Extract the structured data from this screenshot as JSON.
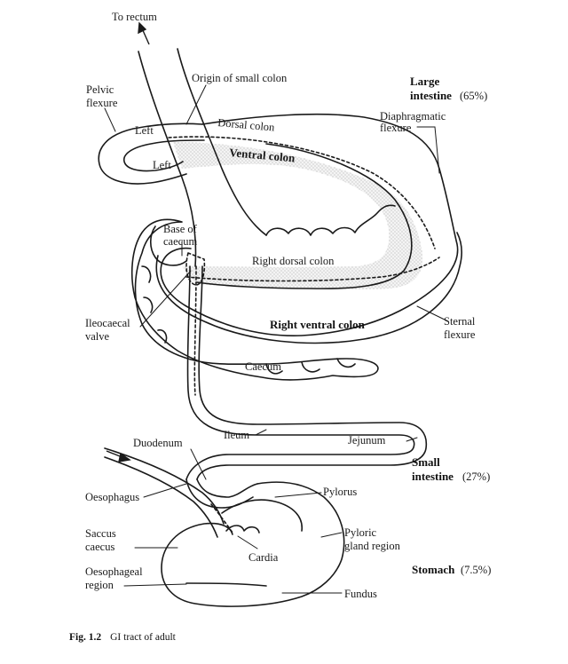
{
  "labels": {
    "to_rectum": "To rectum",
    "origin_small_colon": "Origin of small colon",
    "large": "Large",
    "intestine_65": "intestine",
    "pct_65": "(65%)",
    "pelvic": "Pelvic",
    "flexure_pelvic": "flexure",
    "left_top": "Left",
    "left_bottom": "Left",
    "dorsal_colon": "Dorsal colon",
    "ventral_colon": "Ventral colon",
    "diaphragmatic": "Diaphragmatic",
    "flexure_diaphragmatic": "flexure",
    "base_of": "Base of",
    "caecum_base": "caecum",
    "right_dorsal_colon": "Right dorsal colon",
    "ileocaecal": "Ileocaecal",
    "valve": "valve",
    "right_ventral_colon": "Right ventral colon",
    "sternal": "Sternal",
    "flexure_sternal": "flexure",
    "caecum": "Caecum",
    "ileum": "Ileum",
    "jejunum": "Jejunum",
    "duodenum": "Duodenum",
    "small": "Small",
    "intestine_27": "intestine",
    "pct_27": "(27%)",
    "oesophagus": "Oesophagus",
    "pylorus": "Pylorus",
    "saccus": "Saccus",
    "caecus": "caecus",
    "pyloric": "Pyloric",
    "gland_region": "gland region",
    "cardia": "Cardia",
    "oesophageal": "Oesophageal",
    "region": "region",
    "stomach": "Stomach",
    "pct_75": "(7.5%)",
    "fundus": "Fundus"
  },
  "caption": {
    "number": "Fig. 1.2",
    "text": "GI tract of adult"
  }
}
